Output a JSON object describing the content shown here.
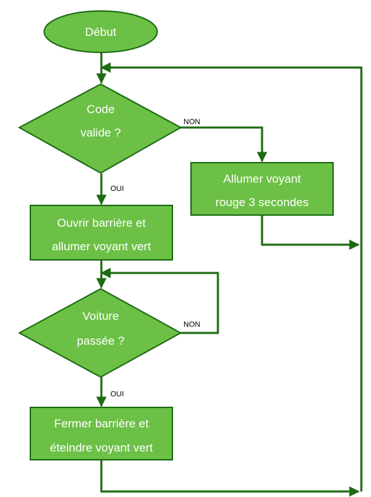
{
  "colors": {
    "fill": "#6cc046",
    "stroke": "#1d6b12",
    "line": "#1d6b12",
    "text": "#ffffff",
    "label": "#000000"
  },
  "nodes": {
    "start": "Début",
    "decision_code": [
      "Code",
      "valide ?"
    ],
    "red_light": [
      "Allumer voyant",
      "rouge 3 secondes"
    ],
    "open_barrier": [
      "Ouvrir barrière et",
      "allumer voyant vert"
    ],
    "decision_car": [
      "Voiture",
      "passée ?"
    ],
    "close_barrier": [
      "Fermer barrière et",
      "éteindre voyant vert"
    ]
  },
  "edge_labels": {
    "code_no": "NON",
    "code_yes": "OUI",
    "car_no": "NON",
    "car_yes": "OUI"
  }
}
